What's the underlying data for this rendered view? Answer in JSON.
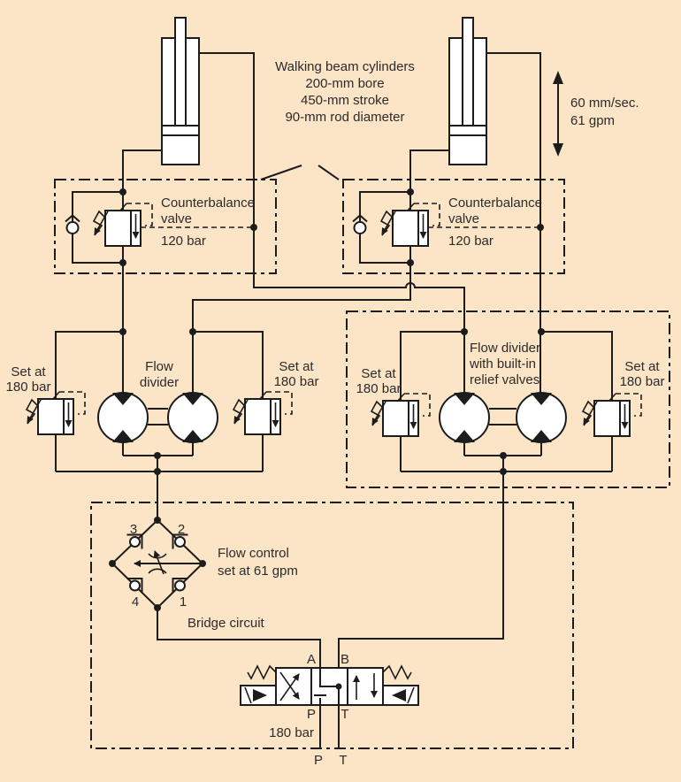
{
  "colors": {
    "background": "#fce4c6",
    "ink": "#1c1c1c",
    "component_fill": "#ffffff"
  },
  "cylinder_note": {
    "line1": "Walking beam cylinders",
    "line2": "200-mm bore",
    "line3": "450-mm stroke",
    "line4": "90-mm rod diameter"
  },
  "speed_note": {
    "line1": "60 mm/sec.",
    "line2": "61 gpm"
  },
  "counterbalance_left": {
    "line1": "Counterbalance",
    "line2": "valve",
    "pressure": "120 bar"
  },
  "counterbalance_right": {
    "line1": "Counterbalance",
    "line2": "valve",
    "pressure": "120 bar"
  },
  "flow_divider_left": {
    "line1": "Flow",
    "line2": "divider"
  },
  "flow_divider_right": {
    "line1": "Flow divider",
    "line2": "with built-in",
    "line3": "relief valves"
  },
  "relief_far_left": {
    "line1": "Set at",
    "line2": "180 bar"
  },
  "relief_mid_left": {
    "line1": "Set at",
    "line2": "180 bar"
  },
  "relief_mid_right": {
    "line1": "Set at",
    "line2": "180 bar"
  },
  "relief_far_right": {
    "line1": "Set at",
    "line2": "180 bar"
  },
  "flow_control": {
    "line1": "Flow control",
    "line2": "set at 61 gpm"
  },
  "bridge": {
    "label": "Bridge circuit",
    "check_top_left": "3",
    "check_top_right": "2",
    "check_bottom_left": "4",
    "check_bottom_right": "1"
  },
  "directional_valve": {
    "port_a": "A",
    "port_b": "B",
    "port_p": "P",
    "port_t": "T",
    "pressure": "180 bar"
  },
  "supply": {
    "p": "P",
    "t": "T"
  }
}
